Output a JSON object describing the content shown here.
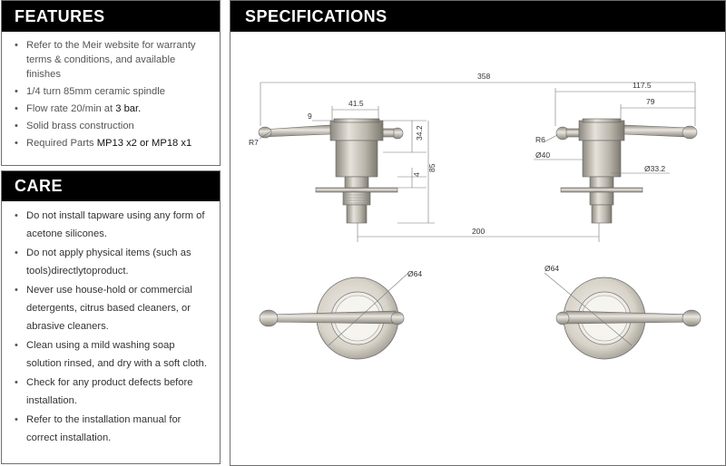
{
  "features": {
    "title": "FEATURES",
    "items": [
      {
        "text": "Refer to the Meir website for warranty terms & conditions, and available finishes",
        "bold": ""
      },
      {
        "text": "1/4 turn 85mm ceramic spindle",
        "bold": ""
      },
      {
        "text": "Flow rate 20/min at ",
        "bold": "3 bar."
      },
      {
        "text": "Solid brass construction",
        "bold": ""
      },
      {
        "text": "Required Parts ",
        "bold": "MP13 x2 or MP18 x1"
      }
    ]
  },
  "care": {
    "title": "CARE",
    "items": [
      "Do not install tapware using any form of acetone silicones.",
      "Do not apply physical items (such as tools)directlytoproduct.",
      "Never use house-hold or commercial detergents, citrus based cleaners, or abrasive cleaners.",
      "Clean using a mild washing soap solution rinsed, and dry with a soft cloth.",
      "Check for any product defects before installation.",
      "Refer to the installation manual for correct installation."
    ]
  },
  "specifications": {
    "title": "SPECIFICATIONS",
    "dims": {
      "overall": "358",
      "top_flange": "41.5",
      "lever_offset": "9",
      "radius_left": "R7",
      "body_height": "34.2",
      "step": "4",
      "total_height": "85",
      "bottom_width": "200",
      "right_overall": "117.5",
      "right_handle": "79",
      "radius_right": "R6",
      "dia_body": "Ø40",
      "dia_spindle": "Ø33.2",
      "plate_left": "Ø64",
      "plate_right": "Ø64"
    }
  }
}
